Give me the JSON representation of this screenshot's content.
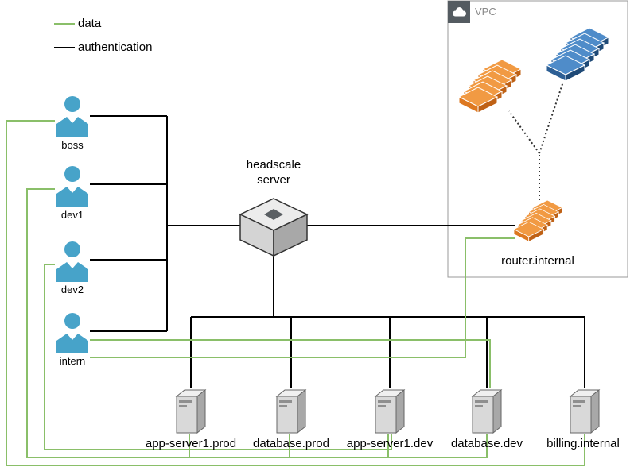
{
  "legend": {
    "items": [
      {
        "label": "data",
        "type": "data"
      },
      {
        "label": "authentication",
        "type": "authentication"
      }
    ]
  },
  "users": [
    {
      "label": "boss"
    },
    {
      "label": "dev1"
    },
    {
      "label": "dev2"
    },
    {
      "label": "intern"
    }
  ],
  "hub": {
    "label": "headscale server"
  },
  "vpc": {
    "label": "VPC",
    "router": {
      "label": "router.internal"
    }
  },
  "servers": [
    {
      "label": "app-server1.prod"
    },
    {
      "label": "database.prod"
    },
    {
      "label": "app-server1.dev"
    },
    {
      "label": "database.dev"
    },
    {
      "label": "billing.internal"
    }
  ],
  "colors": {
    "data-line": "#8abf69",
    "auth-line": "#000000",
    "user-blue": "#47a3c9",
    "stack-orange": "#e8852d",
    "stack-blue": "#3573b9",
    "server-gray": "#d9d9d9",
    "vpc-border": "#9a9a9a"
  }
}
